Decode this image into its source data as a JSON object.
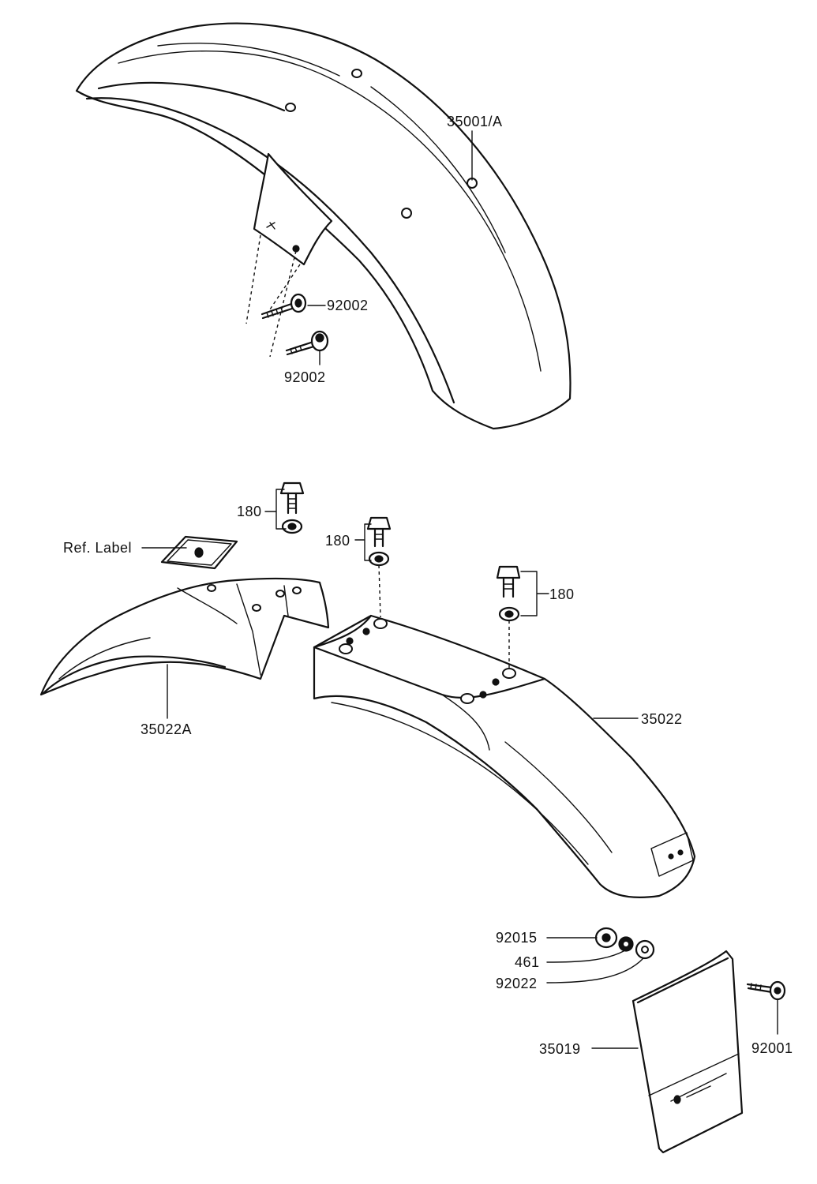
{
  "parts": {
    "front_fender": "35001/A",
    "front_bolt_1": "92002",
    "front_bolt_2": "92002",
    "rear_bolt_1": "180",
    "rear_bolt_2": "180",
    "rear_bolt_3": "180",
    "ref_label": "Ref. Label",
    "rear_fender_front": "35022A",
    "rear_fender": "35022",
    "nut": "92015",
    "lock_washer": "461",
    "washer": "92022",
    "flap": "35019",
    "flap_bolt": "92001"
  }
}
